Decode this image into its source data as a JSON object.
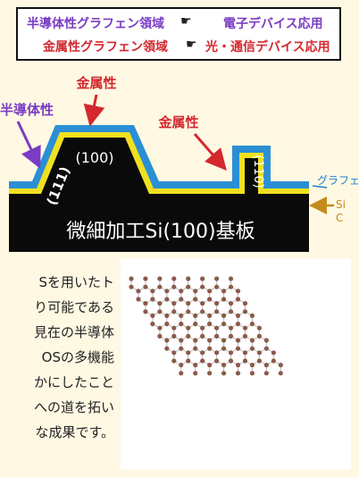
{
  "legend": {
    "row1_label": "半導体性グラフェン領域",
    "row1_marker": "☛",
    "row1_app": "電子デバイス応用",
    "row2_label": "金属性グラフェン領域",
    "row2_marker": "☛",
    "row2_app": "光・通信デバイス応用",
    "colors": {
      "semiconducting": "#7a3cc4",
      "metallic": "#d4282e"
    }
  },
  "diagram": {
    "semiconducting_label": "半導体性",
    "metallic_label_top": "金属性",
    "metallic_label_right": "金属性",
    "facet_111": "(111)",
    "facet_100": "(100)",
    "facet_110": "(110)",
    "graphene_label": "グラフェン",
    "si_label": "Si",
    "c_label": "C",
    "substrate_label": "微細加工Si(100)基板",
    "colors": {
      "graphene": "#2a8fd4",
      "interlayer": "#f0e020",
      "substrate": "#0a0a0a",
      "label_blue": "#1f7fc8",
      "label_gold": "#c48a1c"
    }
  },
  "body_text": {
    "lines": [
      "Sを用いたト",
      "り可能である",
      "見在の半導体",
      "OSの多機能",
      "かにしたこと",
      "への道を拓い",
      "な成果です。"
    ]
  },
  "lattice": {
    "atom_color": "#8a5a4a",
    "bond_color": "#bbbbbb"
  }
}
